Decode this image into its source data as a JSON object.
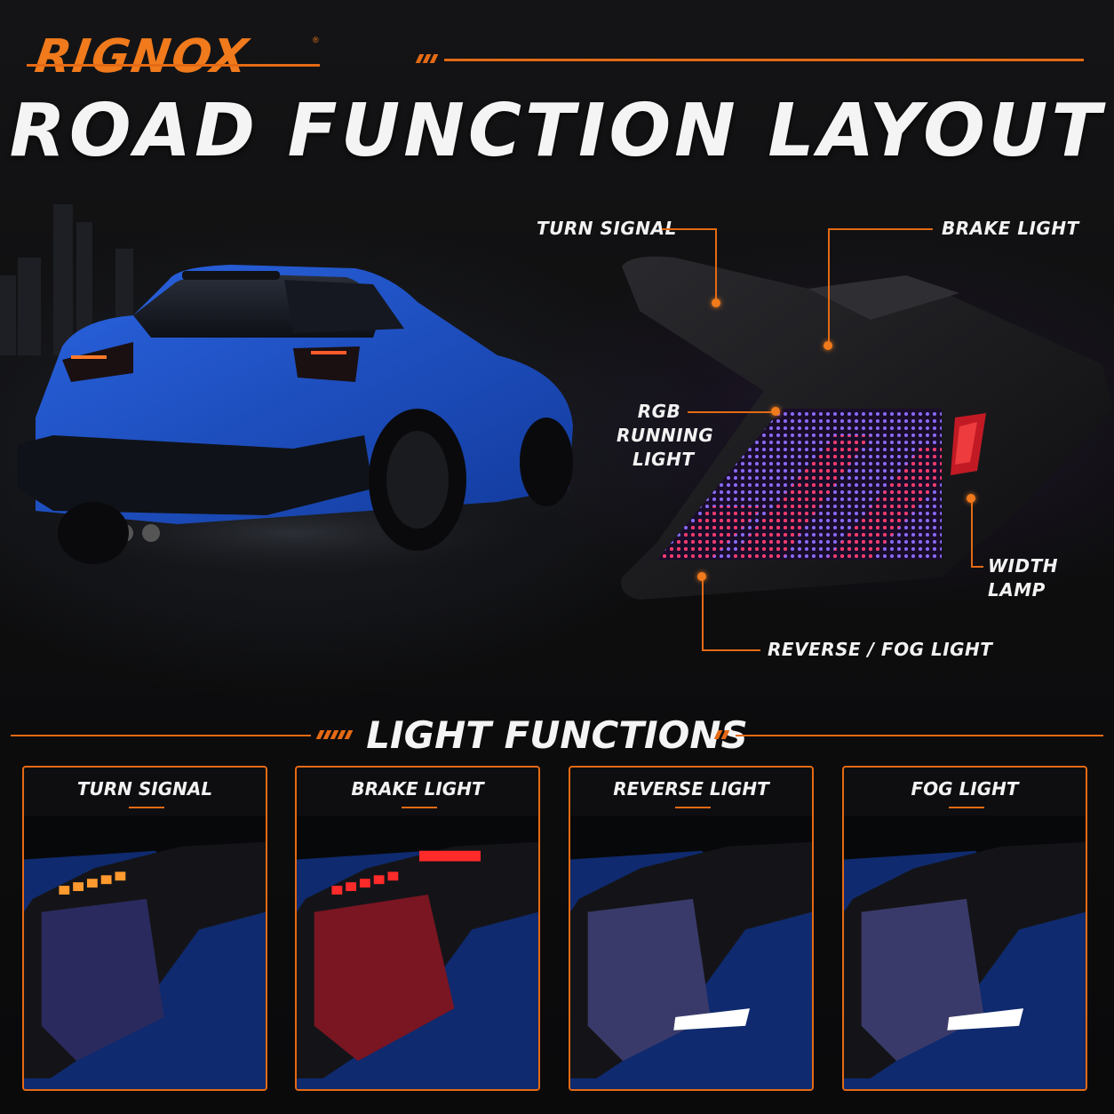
{
  "brand": {
    "name": "RIGNOX",
    "reg_mark": "®",
    "accent_color": "#e46a14"
  },
  "title": "ROAD FUNCTION LAYOUT",
  "callouts": {
    "turn_signal": "TURN SIGNAL",
    "brake_light": "BRAKE LIGHT",
    "rgb_line1": "RGB",
    "rgb_line2": "RUNNING",
    "rgb_line3": "LIGHT",
    "width_lamp": "WIDTH LAMP",
    "reverse_fog": "REVERSE / FOG LIGHT"
  },
  "section_title": "LIGHT FUNCTIONS",
  "functions": [
    {
      "label": "TURN SIGNAL",
      "highlight": "#ff9a2e"
    },
    {
      "label": "BRAKE LIGHT",
      "highlight": "#ff2a2a"
    },
    {
      "label": "REVERSE LIGHT",
      "highlight": "#ffffff"
    },
    {
      "label": "FOG LIGHT",
      "highlight": "#ffffff"
    }
  ],
  "colors": {
    "car_blue": "#1c4fc4",
    "rgb_red": "#e0245a",
    "rgb_blue": "#6a4cff"
  }
}
